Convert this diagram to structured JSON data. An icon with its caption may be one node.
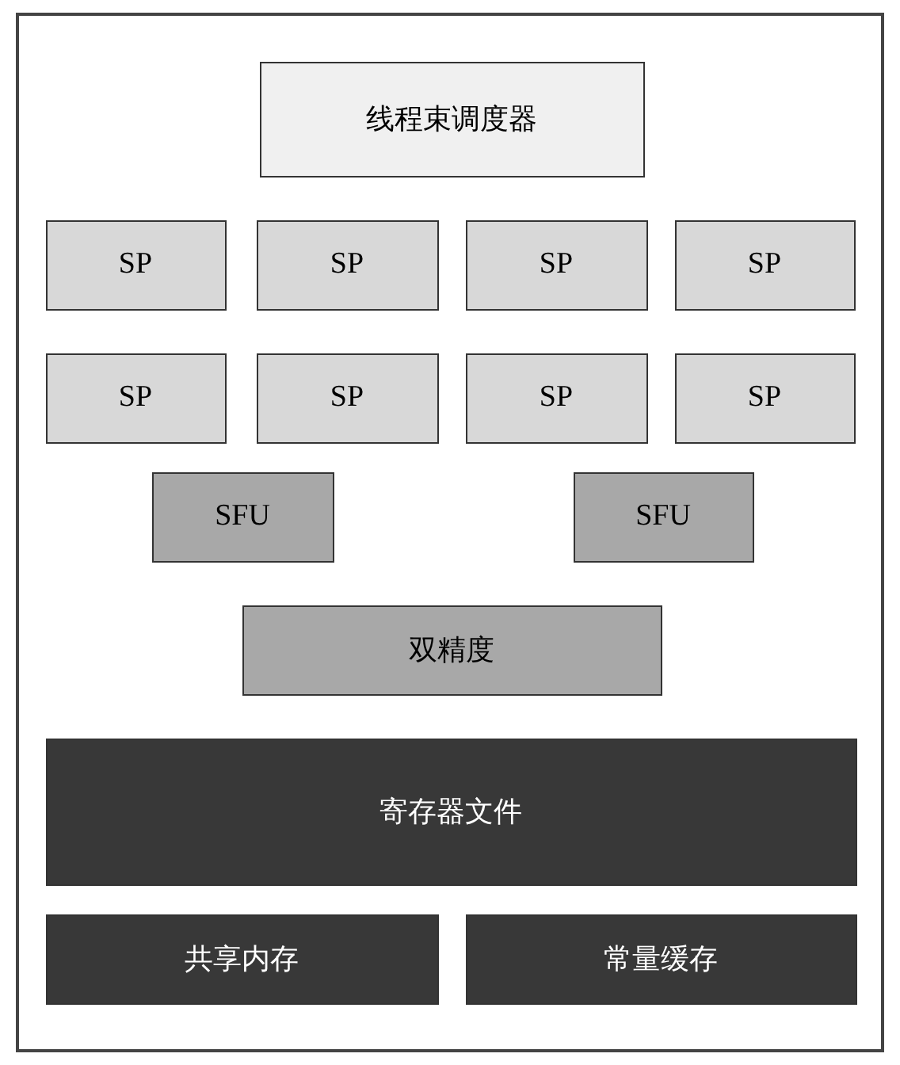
{
  "diagram": {
    "nodes": [
      {
        "text": [],
        "shape": "box"
      },
      {
        "text": [
          "线程束调度器"
        ],
        "in": 0
      },
      {
        "text": [
          "SP"
        ],
        "in": 0
      },
      {
        "text": [
          "SP"
        ],
        "in": 0
      },
      {
        "text": [
          "SP"
        ],
        "in": 0
      },
      {
        "text": [
          "SP"
        ],
        "in": 0
      },
      {
        "text": [
          "SP"
        ],
        "in": 0
      },
      {
        "text": [
          "SP"
        ],
        "in": 0
      },
      {
        "text": [
          "SP"
        ],
        "in": 0
      },
      {
        "text": [
          "SP"
        ],
        "in": 0
      },
      {
        "text": [
          "SFU"
        ],
        "in": 0
      },
      {
        "text": [
          "SFU"
        ],
        "in": 0
      },
      {
        "text": [
          "双精度"
        ],
        "in": 0
      },
      {
        "text": [
          "寄存器文件"
        ],
        "in": 0
      },
      {
        "text": [
          "共享内存"
        ],
        "in": 0
      },
      {
        "text": [
          "常量缓存"
        ],
        "in": 0
      }
    ]
  }
}
